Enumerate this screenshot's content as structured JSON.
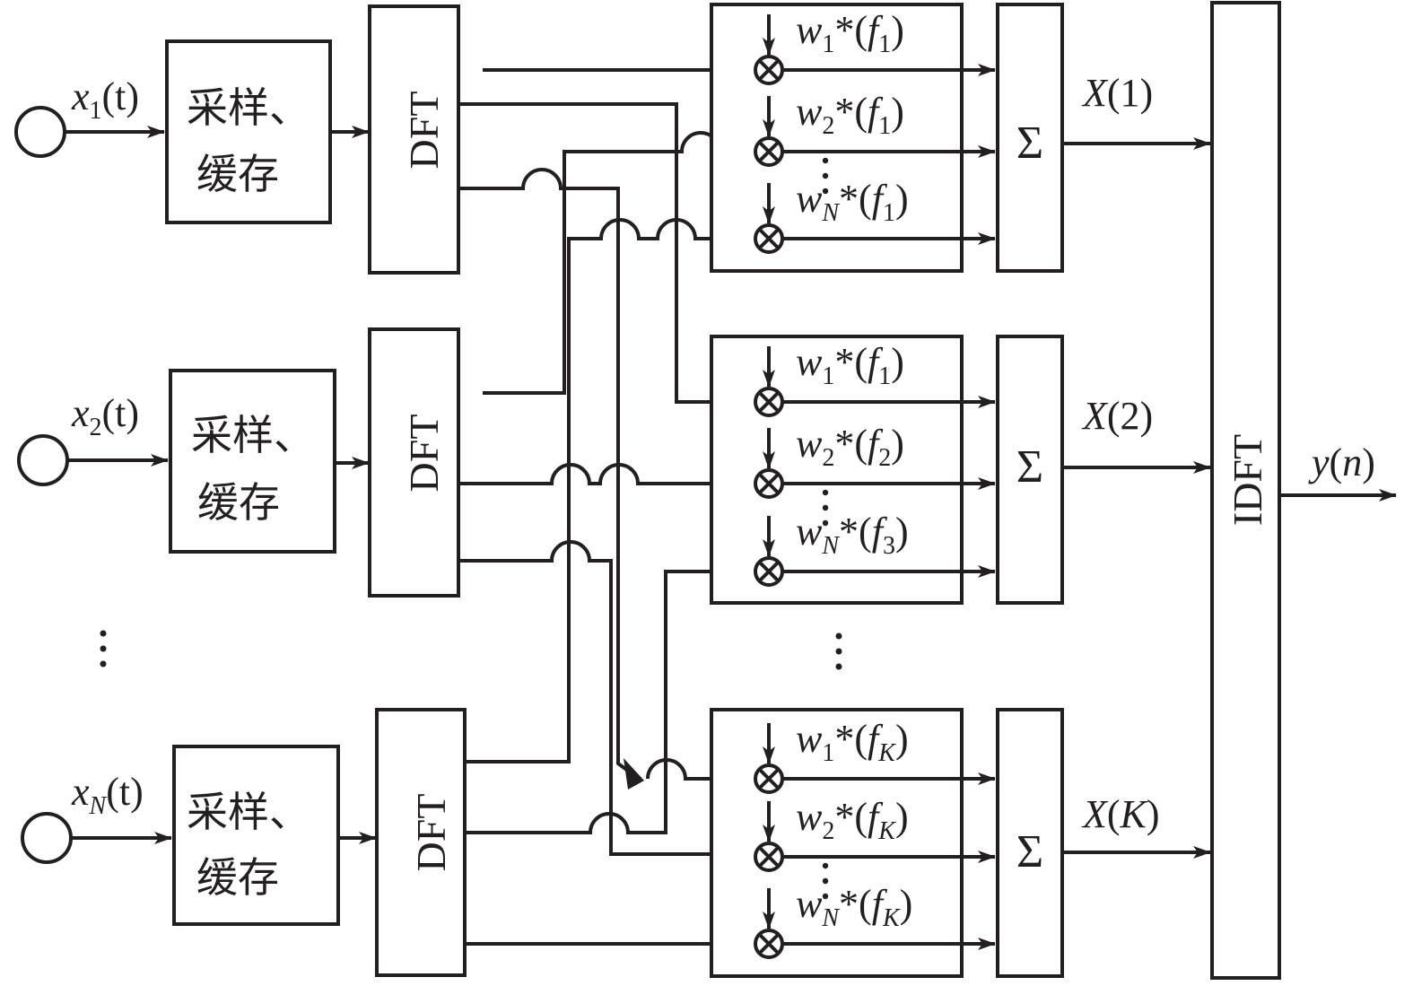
{
  "diagram": {
    "title": "Frequency-domain wideband beamformer block diagram",
    "colors": {
      "stroke": "#231f20",
      "background": "#ffffff"
    },
    "channels": [
      {
        "signal_var": "x",
        "signal_sub": "1",
        "signal_arg": "(t)",
        "sampler_line1": "采样、",
        "sampler_line2": "缓存",
        "dft_label": "DFT"
      },
      {
        "signal_var": "x",
        "signal_sub": "2",
        "signal_arg": "(t)",
        "sampler_line1": "采样、",
        "sampler_line2": "缓存",
        "dft_label": "DFT"
      },
      {
        "signal_var": "x",
        "signal_sub": "N",
        "signal_arg": "(t)",
        "sampler_line1": "采样、",
        "sampler_line2": "缓存",
        "dft_label": "DFT"
      }
    ],
    "channel_ellipsis": "⋮",
    "bins": [
      {
        "weights": [
          {
            "w": "w",
            "sub": "1",
            "star": "*",
            "f": "f",
            "fsub": "1"
          },
          {
            "w": "w",
            "sub": "2",
            "star": "*",
            "f": "f",
            "fsub": "1"
          },
          {
            "w": "w",
            "sub": "N",
            "star": "*",
            "f": "f",
            "fsub": "1"
          }
        ],
        "sum_label": "Σ",
        "output_var": "X",
        "output_arg": "1"
      },
      {
        "weights": [
          {
            "w": "w",
            "sub": "1",
            "star": "*",
            "f": "f",
            "fsub": "1"
          },
          {
            "w": "w",
            "sub": "2",
            "star": "*",
            "f": "f",
            "fsub": "2"
          },
          {
            "w": "w",
            "sub": "N",
            "star": "*",
            "f": "f",
            "fsub": "3"
          }
        ],
        "sum_label": "Σ",
        "output_var": "X",
        "output_arg": "2"
      },
      {
        "weights": [
          {
            "w": "w",
            "sub": "1",
            "star": "*",
            "f": "f",
            "fsub": "K"
          },
          {
            "w": "w",
            "sub": "2",
            "star": "*",
            "f": "f",
            "fsub": "K"
          },
          {
            "w": "w",
            "sub": "N",
            "star": "*",
            "f": "f",
            "fsub": "K"
          }
        ],
        "sum_label": "Σ",
        "output_var": "X",
        "output_arg": "K"
      }
    ],
    "bin_ellipsis": "⋮",
    "multiplier_symbol": "⊗",
    "idft_label": "IDFT",
    "output": {
      "var": "y",
      "arg": "n"
    }
  }
}
